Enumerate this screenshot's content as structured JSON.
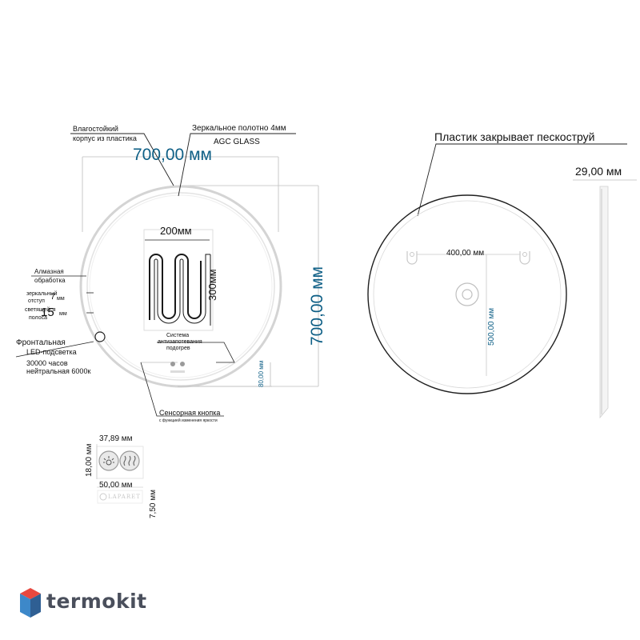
{
  "front_view": {
    "width_label": "700,00 мм",
    "height_label": "700,00 мм",
    "housing_label_line1": "Влагостойкий",
    "housing_label_line2": "корпус из пластика",
    "mirror_label": "Зеркальное  полотно 4мм",
    "glass_label": "AGC GLASS",
    "diamond_line1": "Алмазная",
    "diamond_line2": "обработка",
    "offset_line1": "зеркальный",
    "offset_line2": "отступ",
    "offset_value": "7",
    "offset_unit": "мм",
    "strip_line1": "светящейся",
    "strip_line2": "полоса",
    "strip_value": "15",
    "strip_unit": "мм",
    "led_line1": "Фронтальная",
    "led_line2": "LED-подсветка",
    "led_line3": "30000 часов",
    "led_line4": "нейтральная 6000к",
    "heater_width": "200мм",
    "heater_height": "300мм",
    "antifog_line1": "Система",
    "antifog_line2": "антизапотевания",
    "antifog_line3": "подогрев",
    "button_offset": "80,00 мм",
    "touch_label": "Сенсорная кнопка",
    "touch_sublabel": "с функцией изменения яркости"
  },
  "back_view": {
    "cover_label": "Пластик закрывает пескоструй",
    "depth_label": "29,00 мм",
    "mount_span": "400,00 мм",
    "mount_height": "500,00 мм"
  },
  "button_detail": {
    "width": "37,89 мм",
    "height": "18,00 мм",
    "length": "50,00 мм",
    "depth": "7,50 мм",
    "brand": "LAPARET"
  },
  "watermark": {
    "text": "termokit",
    "colors": {
      "top": "#e8483f",
      "left": "#3d88c9",
      "right": "#2f5f93"
    }
  },
  "colors": {
    "dimension_text": "#0e5f86",
    "lines": "#222222",
    "light_lines": "#bfbfbf"
  }
}
